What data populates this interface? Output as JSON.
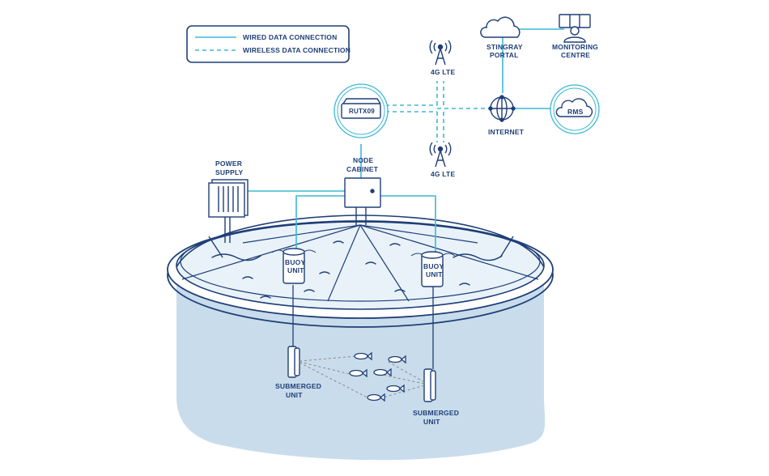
{
  "legend": {
    "wired_label": "WIRED DATA CONNECTION",
    "wireless_label": "WIRELESS DATA CONNECTION"
  },
  "labels": {
    "lte_top": "4G LTE",
    "lte_bottom": "4G LTE",
    "router": "RUTX09",
    "internet": "INTERNET",
    "stingray_line1": "STINGRAY",
    "stingray_line2": "PORTAL",
    "monitoring_line1": "MONITORING",
    "monitoring_line2": "CENTRE",
    "rms": "RMS",
    "power_line1": "POWER",
    "power_line2": "SUPPLY",
    "node_line1": "NODE",
    "node_line2": "CABINET",
    "buoy_left_line1": "BUOY",
    "buoy_left_line2": "UNIT",
    "buoy_right_line1": "BUOY",
    "buoy_right_line2": "UNIT",
    "sub_left_line1": "SUBMERGED",
    "sub_left_line2": "UNIT",
    "sub_right_line1": "SUBMERGED",
    "sub_right_line2": "UNIT"
  },
  "colors": {
    "navy": "#1f3f78",
    "cyan": "#3db8d6",
    "water": "#c9dceb",
    "surface": "#e9f2f9"
  },
  "icons": [
    "cloud-icon",
    "monitor-operator-icon",
    "cell-tower-icon",
    "router-icon",
    "globe-icon",
    "rms-cloud-icon",
    "power-supply-icon",
    "node-cabinet-icon",
    "buoy-icon",
    "submerged-sensor-icon",
    "fish-icon"
  ]
}
